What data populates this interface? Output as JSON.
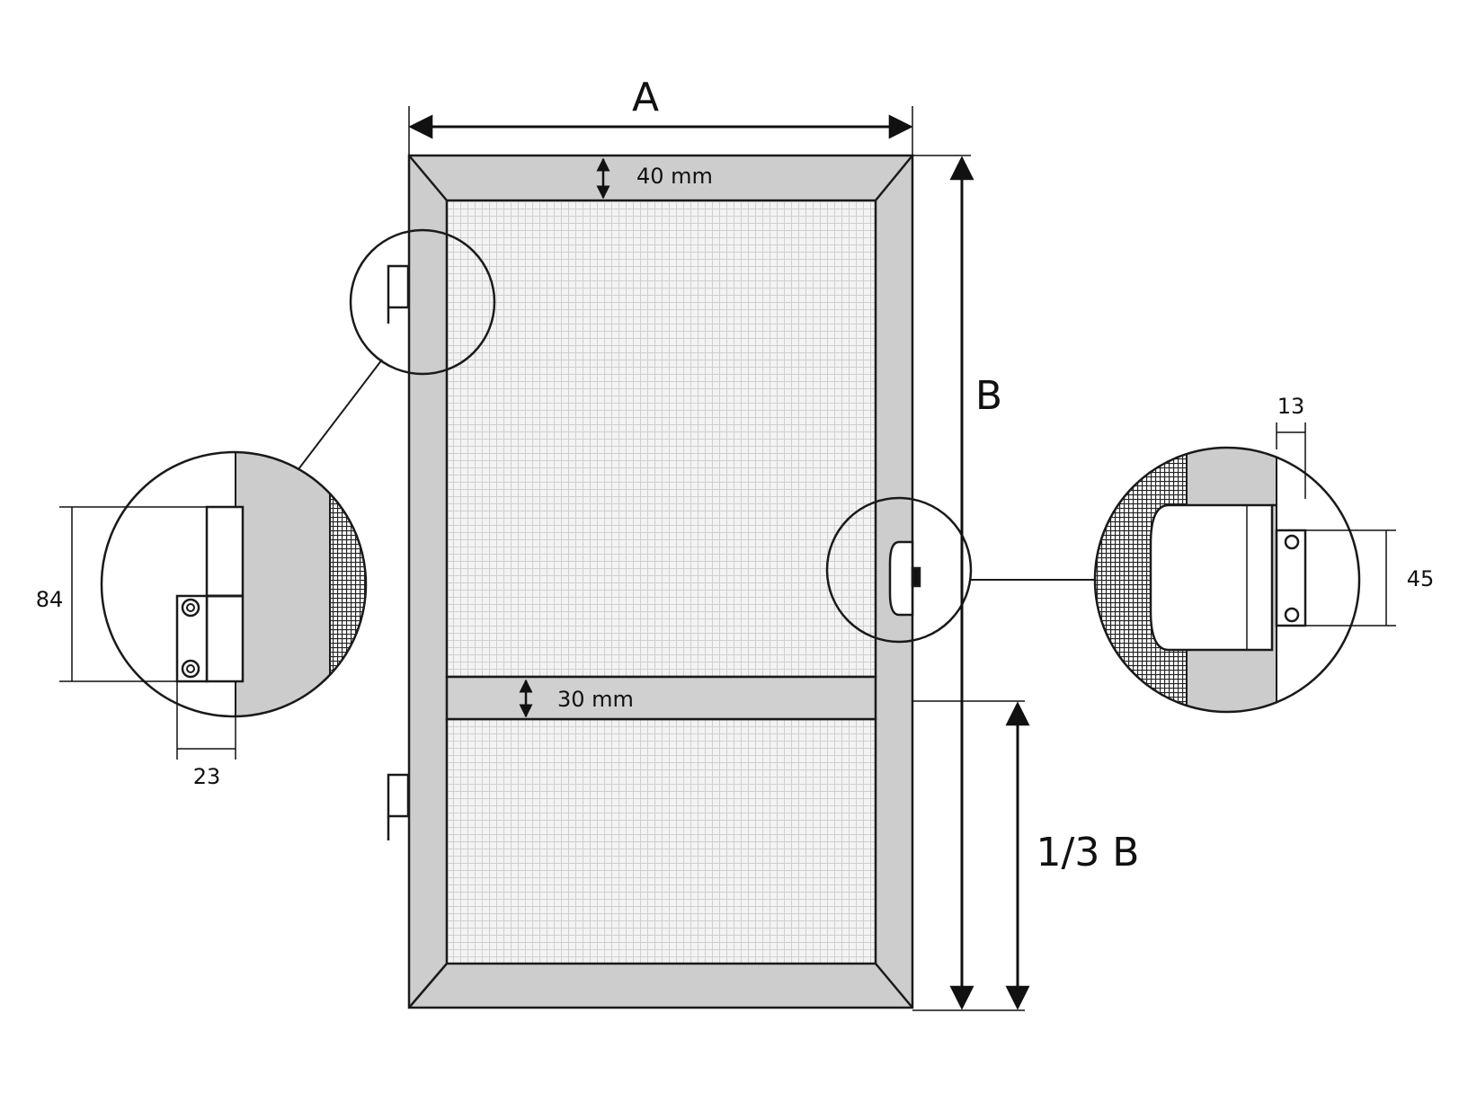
{
  "labels": {
    "width": "A",
    "height": "B",
    "handle_height": "1/3 B",
    "top_frame": "40 mm",
    "crossbar": "30 mm",
    "hinge_height": "84",
    "hinge_width": "23",
    "handle_offset": "13",
    "handle_plate": "45"
  },
  "colors": {
    "frame": "#cccccc",
    "mesh_bg": "#f2f2f2",
    "mesh_line": "#cdcdcd",
    "line": "#1a1a1a"
  }
}
